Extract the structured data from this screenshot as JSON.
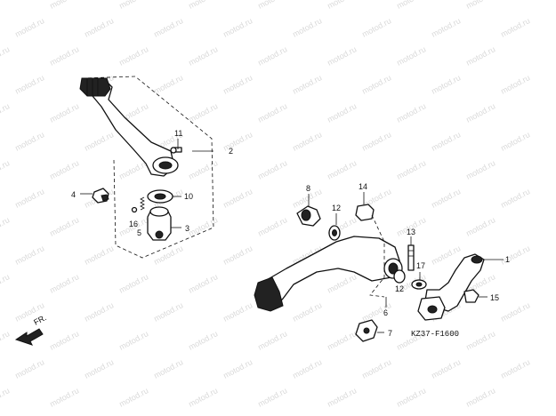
{
  "watermark_text": "motod.ru",
  "diagram_code": "KZ37-F1600",
  "direction_label": "FR.",
  "callouts": {
    "c1": "1",
    "c2": "2",
    "c3": "3",
    "c4": "4",
    "c5": "5",
    "c6": "6",
    "c7": "7",
    "c8": "8",
    "c10": "10",
    "c11": "11",
    "c12a": "12",
    "c12b": "12",
    "c13": "13",
    "c14": "14",
    "c15": "15",
    "c16": "16",
    "c17": "17"
  }
}
